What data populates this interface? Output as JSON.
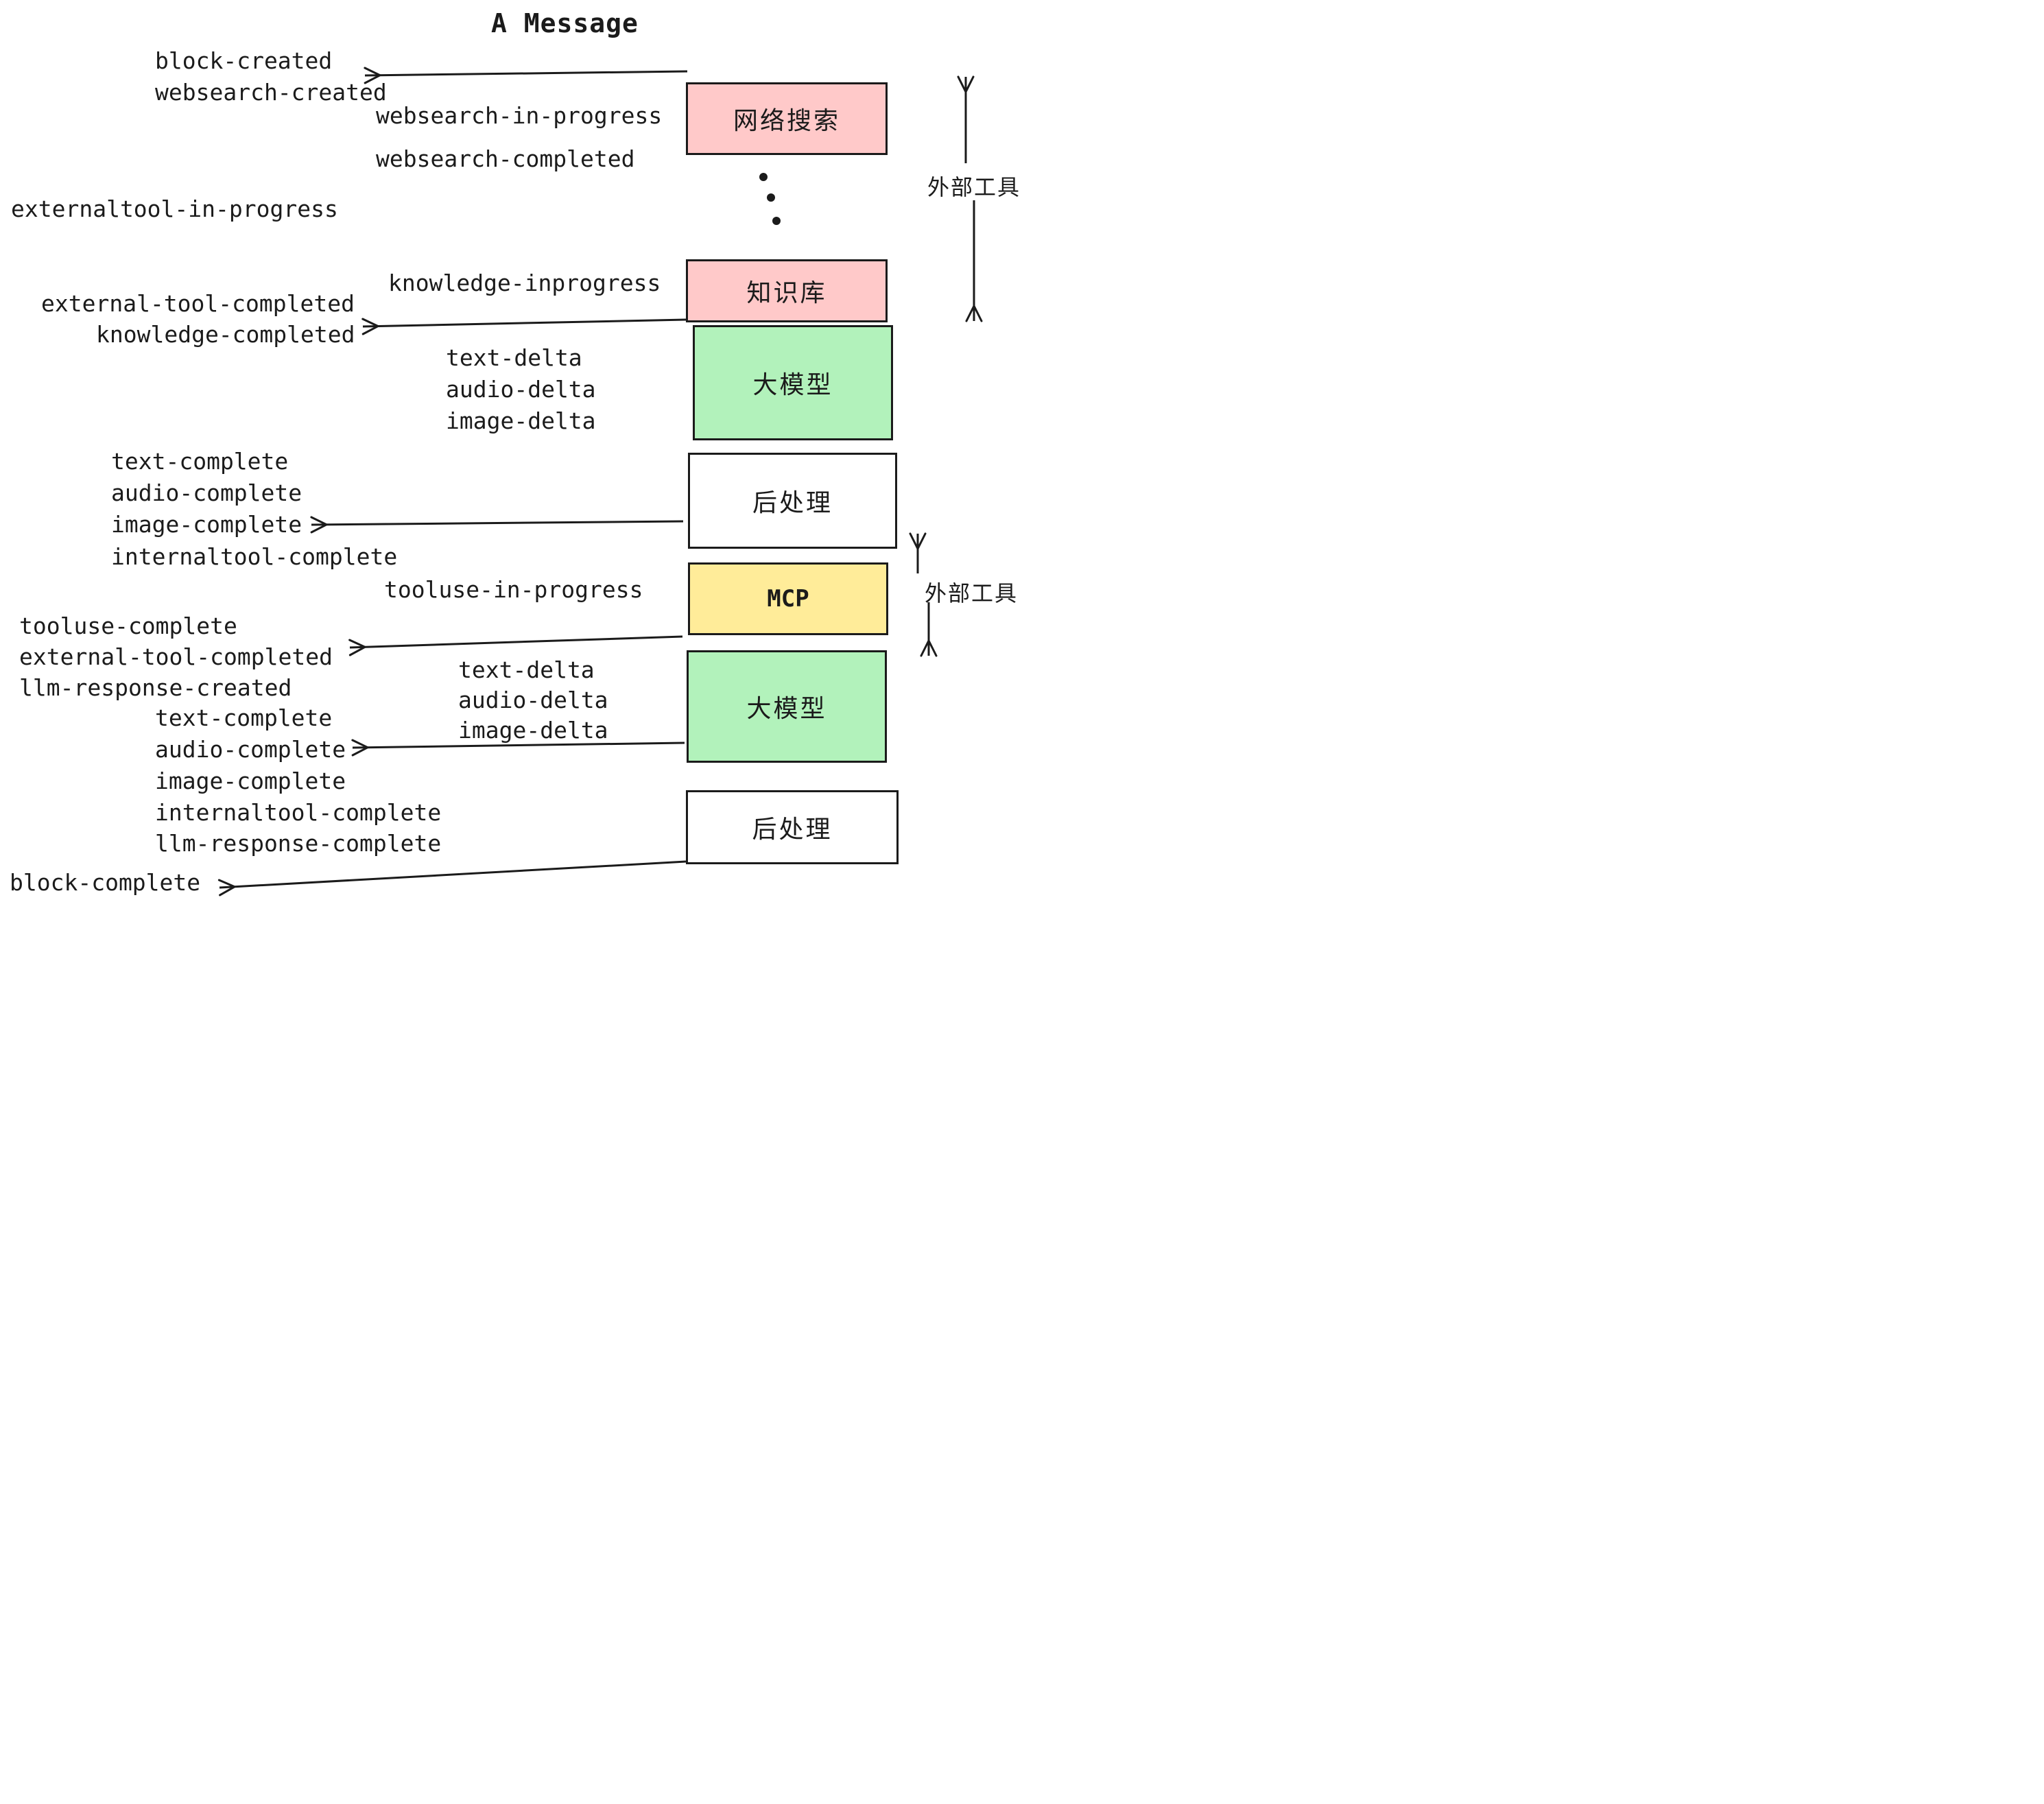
{
  "title": "A Message",
  "events": {
    "block_created": "block-created",
    "websearch_created": "websearch-created",
    "websearch_in_progress": "websearch-in-progress",
    "websearch_completed": "websearch-completed",
    "externaltool_in_progress": "externaltool-in-progress",
    "knowledge_inprogress": "knowledge-inprogress",
    "external_tool_completed": "external-tool-completed",
    "knowledge_completed": "knowledge-completed",
    "text_delta": "text-delta",
    "audio_delta": "audio-delta",
    "image_delta": "image-delta",
    "text_complete": "text-complete",
    "audio_complete": "audio-complete",
    "image_complete": "image-complete",
    "internaltool_complete": "internaltool-complete",
    "tooluse_in_progress": "tooluse-in-progress",
    "tooluse_complete": "tooluse-complete",
    "llm_response_created": "llm-response-created",
    "llm_response_complete": "llm-response-complete",
    "block_complete": "block-complete"
  },
  "boxes": {
    "websearch": {
      "label": "网络搜索",
      "fill": "#ffc9c9"
    },
    "knowledge": {
      "label": "知识库",
      "fill": "#ffc9c9"
    },
    "llm1": {
      "label": "大模型",
      "fill": "#b2f2bb"
    },
    "post1": {
      "label": "后处理",
      "fill": "#ffffff"
    },
    "mcp": {
      "label": "MCP",
      "fill": "#ffec99"
    },
    "llm2": {
      "label": "大模型",
      "fill": "#b2f2bb"
    },
    "post2": {
      "label": "后处理",
      "fill": "#ffffff"
    }
  },
  "side_labels": {
    "external_tools_top": "外部工具",
    "external_tools_mcp": "外部工具"
  },
  "icons": {
    "ellipsis": "vertical-ellipsis-dots"
  },
  "colors": {
    "node_pink": "#ffc9c9",
    "node_green": "#b2f2bb",
    "node_yellow": "#ffec99",
    "node_white": "#ffffff",
    "ink": "#1b1b1b"
  }
}
